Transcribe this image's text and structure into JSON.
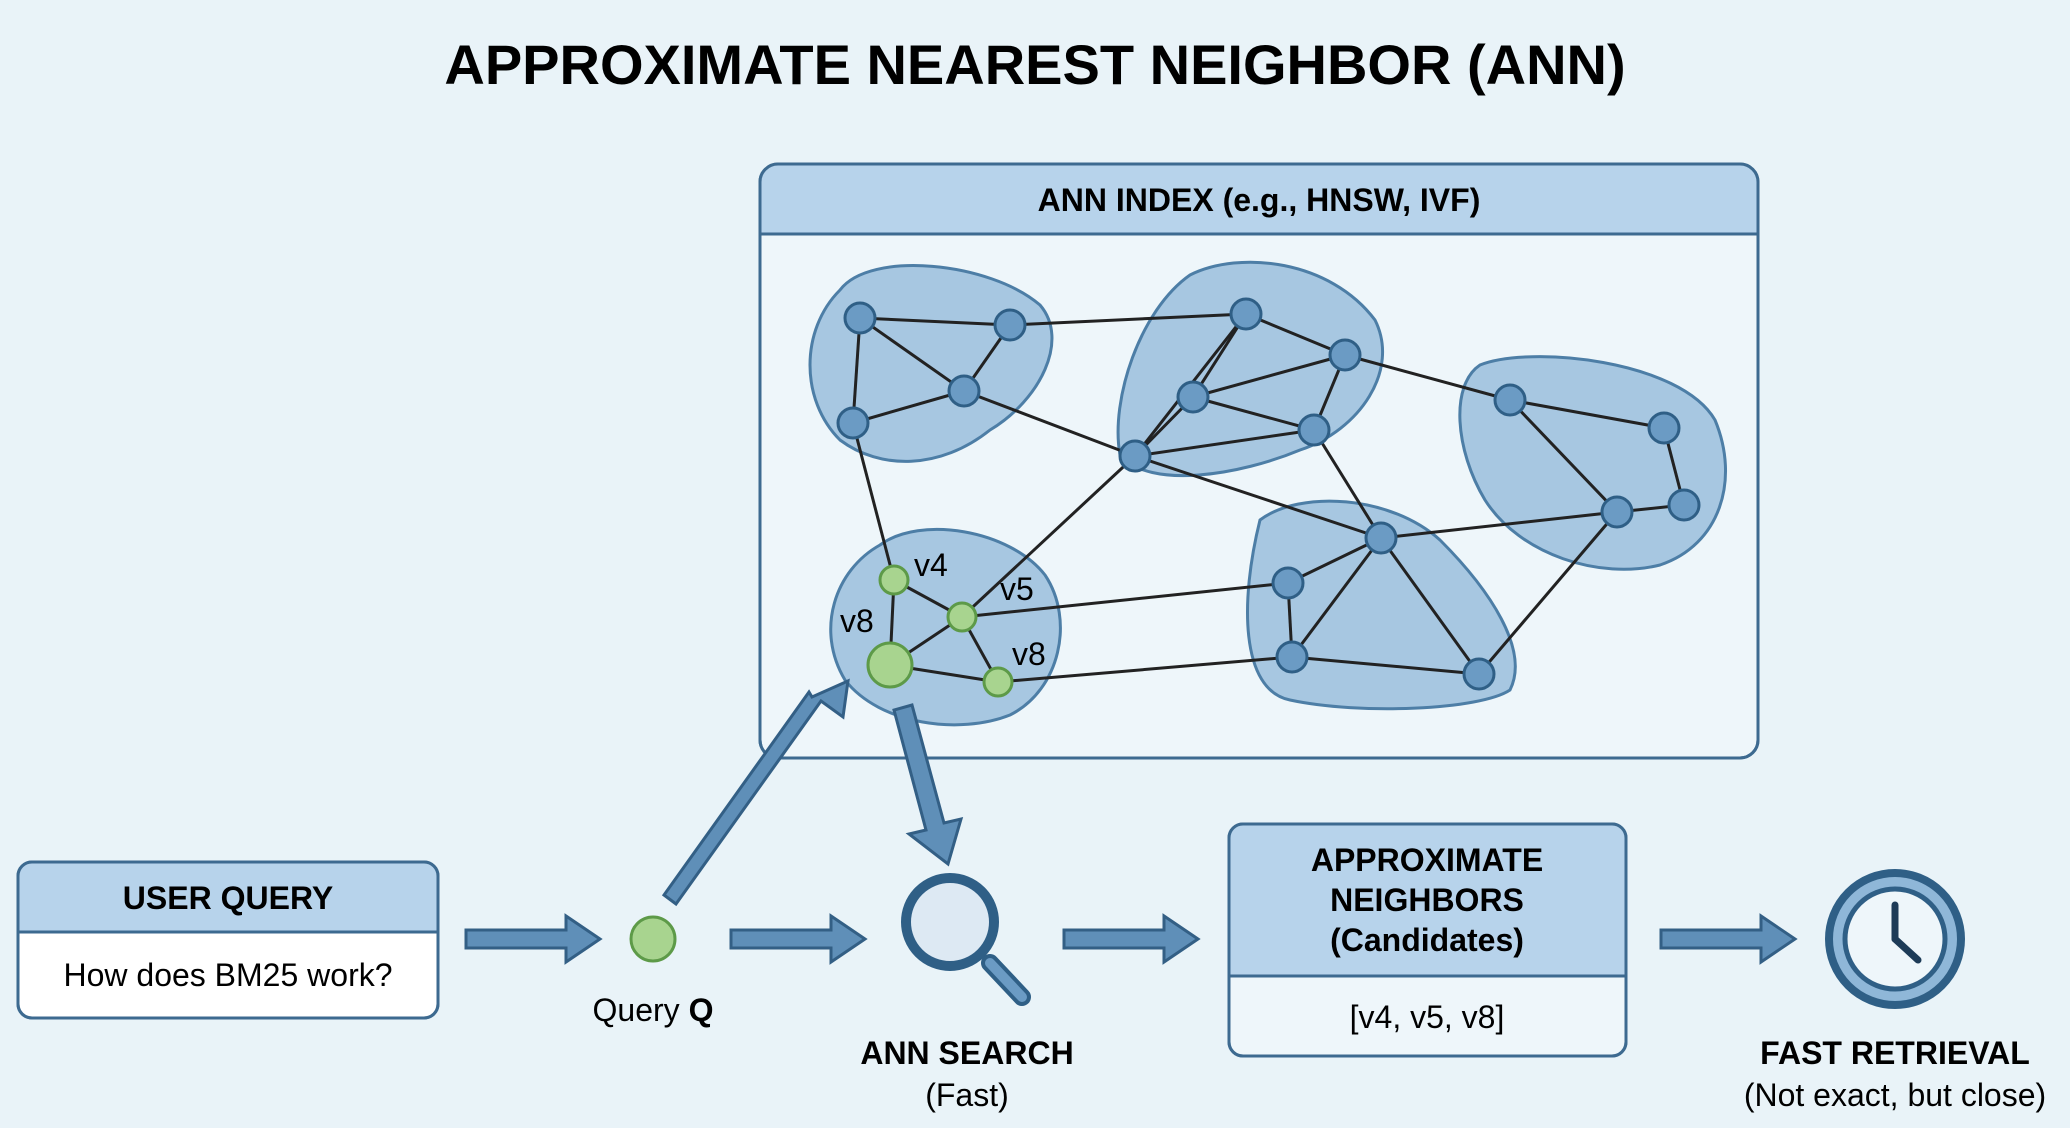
{
  "title": "APPROXIMATE NEAREST NEIGHBOR (ANN)",
  "index_panel": {
    "header": "ANN INDEX (e.g., HNSW, IVF)",
    "vector_labels": {
      "v4": "v4",
      "v5": "v5",
      "v8a": "v8",
      "v8b": "v8"
    }
  },
  "user_query": {
    "header": "USER QUERY",
    "text": "How does BM25 work?"
  },
  "query_point": {
    "label_prefix": "Query ",
    "label_bold": "Q"
  },
  "ann_search": {
    "title": "ANN SEARCH",
    "subtitle": "(Fast)",
    "icon": "magnifier-icon"
  },
  "neighbors_box": {
    "header_line1": "APPROXIMATE",
    "header_line2": "NEIGHBORS",
    "header_line3": "(Candidates)",
    "values": "[v4, v5, v8]"
  },
  "fast_retrieval": {
    "title": "FAST RETRIEVAL",
    "subtitle": "(Not exact, but close)",
    "icon": "clock-icon"
  },
  "colors": {
    "background": "#e9f3f8",
    "panel_header": "#b7d3eb",
    "cluster_fill": "#8fb7d8",
    "node": "#6b9bc4",
    "highlight_node": "#a8d48f",
    "border": "#3d6a90"
  }
}
